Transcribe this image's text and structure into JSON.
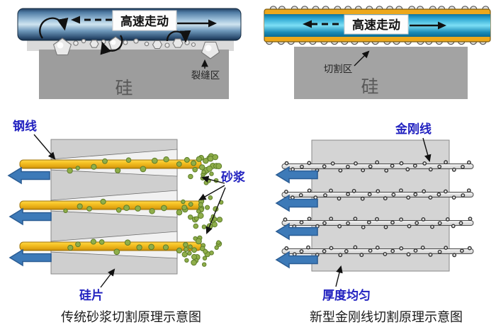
{
  "colors": {
    "label_blue": "#2222c0",
    "caption_color": "#1a1a1a",
    "annotation_black": "#262626",
    "arrow_blue": "#3d7ab8",
    "arrow_blue_dark": "#2b5d94",
    "steel_wire_blue_mid": "#cfe4f0",
    "diamond_wire_cyan": "#7ddff5",
    "diamond_wire_gold": "#eda81c",
    "slurry_wire_yellow": "#f5c224",
    "silicon_gray": "#9d9d9d",
    "ingot_light_gray": "#d2d2d2",
    "slurry_green": "#8fae4a",
    "slurry_green_dark": "#5d7d2a"
  },
  "top_left": {
    "speed_label": "高速走动",
    "crack_zone_label": "裂缝区",
    "silicon_label": "硅"
  },
  "top_right": {
    "speed_label": "高速走动",
    "cutting_zone_label": "切割区",
    "silicon_label": "硅"
  },
  "bottom_left": {
    "wire_label": "钢线",
    "slurry_label": "砂浆",
    "wafer_label": "硅片",
    "caption": "传统砂浆切割原理示意图"
  },
  "bottom_right": {
    "wire_label": "金刚线",
    "thickness_label": "厚度均匀",
    "caption": "新型金刚线切割原理示意图"
  }
}
